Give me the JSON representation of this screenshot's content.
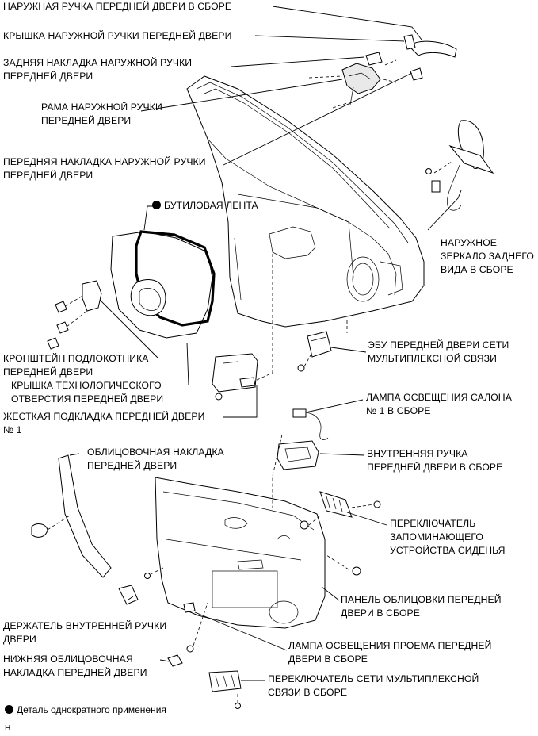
{
  "labels": {
    "outer_handle_assy": "НАРУЖНАЯ РУЧКА ПЕРЕДНЕЙ ДВЕРИ В СБОРЕ",
    "outer_handle_cover": "КРЫШКА НАРУЖНОЙ РУЧКИ ПЕРЕДНЕЙ ДВЕРИ",
    "rear_pad": [
      "ЗАДНЯЯ НАКЛАДКА НАРУЖНОЙ РУЧКИ",
      "ПЕРЕДНЕЙ ДВЕРИ"
    ],
    "handle_frame": [
      "РАМА НАРУЖНОЙ РУЧКИ",
      "ПЕРЕДНЕЙ ДВЕРИ"
    ],
    "front_pad": [
      "ПЕРЕДНЯЯ НАКЛАДКА НАРУЖНОЙ РУЧКИ",
      "ПЕРЕДНЕЙ ДВЕРИ"
    ],
    "butyl_tape": "БУТИЛОВАЯ ЛЕНТА",
    "mirror": [
      "НАРУЖНОЕ",
      "ЗЕРКАЛО ЗАДНЕГО",
      "ВИДА В СБОРЕ"
    ],
    "armrest_bracket": [
      "КРОНШТЕЙН ПОДЛОКОТНИКА",
      "ПЕРЕДНЕЙ ДВЕРИ"
    ],
    "service_hole_cover": [
      "КРЫШКА ТЕХНОЛОГИЧЕСКОГО",
      "ОТВЕРСТИЯ ПЕРЕДНЕЙ ДВЕРИ"
    ],
    "ecu": [
      "ЭБУ ПЕРЕДНЕЙ ДВЕРИ СЕТИ",
      "МУЛЬТИПЛЕКСНОЙ СВЯЗИ"
    ],
    "stiffener": [
      "ЖЕСТКАЯ ПОДКЛАДКА ПЕРЕДНЕЙ ДВЕРИ",
      "№ 1"
    ],
    "room_lamp": [
      "ЛАМПА ОСВЕЩЕНИЯ САЛОНА",
      "№ 1 В СБОРЕ"
    ],
    "garnish": [
      "ОБЛИЦОВОЧНАЯ НАКЛАДКА",
      "ПЕРЕДНЕЙ ДВЕРИ"
    ],
    "inner_handle": [
      "ВНУТРЕННЯЯ РУЧКА",
      "ПЕРЕДНЕЙ ДВЕРИ В СБОРЕ"
    ],
    "seat_memory_switch": [
      "ПЕРЕКЛЮЧАТЕЛЬ",
      "ЗАПОМИНАЮЩЕГО",
      "УСТРОЙСТВА СИДЕНЬЯ"
    ],
    "trim_panel": [
      "ПАНЕЛЬ ОБЛИЦОВКИ ПЕРЕДНЕЙ",
      "ДВЕРИ В СБОРЕ"
    ],
    "inner_handle_bezel": [
      "ДЕРЖАТЕЛЬ ВНУТРЕННЕЙ РУЧКИ",
      "ДВЕРИ"
    ],
    "courtesy_lamp": [
      "ЛАМПА ОСВЕЩЕНИЯ ПРОЕМА ПЕРЕДНЕЙ",
      "ДВЕРИ В СБОРЕ"
    ],
    "lower_garnish": [
      "НИЖНЯЯ ОБЛИЦОВОЧНАЯ",
      "НАКЛАДКА ПЕРЕДНЕЙ ДВЕРИ"
    ],
    "multiplex_switch": [
      "ПЕРЕКЛЮЧАТЕЛЬ СЕТИ МУЛЬТИПЛЕКСНОЙ",
      "СВЯЗИ В СБОРЕ"
    ]
  },
  "legend": {
    "non_reusable": "Деталь однократного применения"
  },
  "corner_mark": "H"
}
